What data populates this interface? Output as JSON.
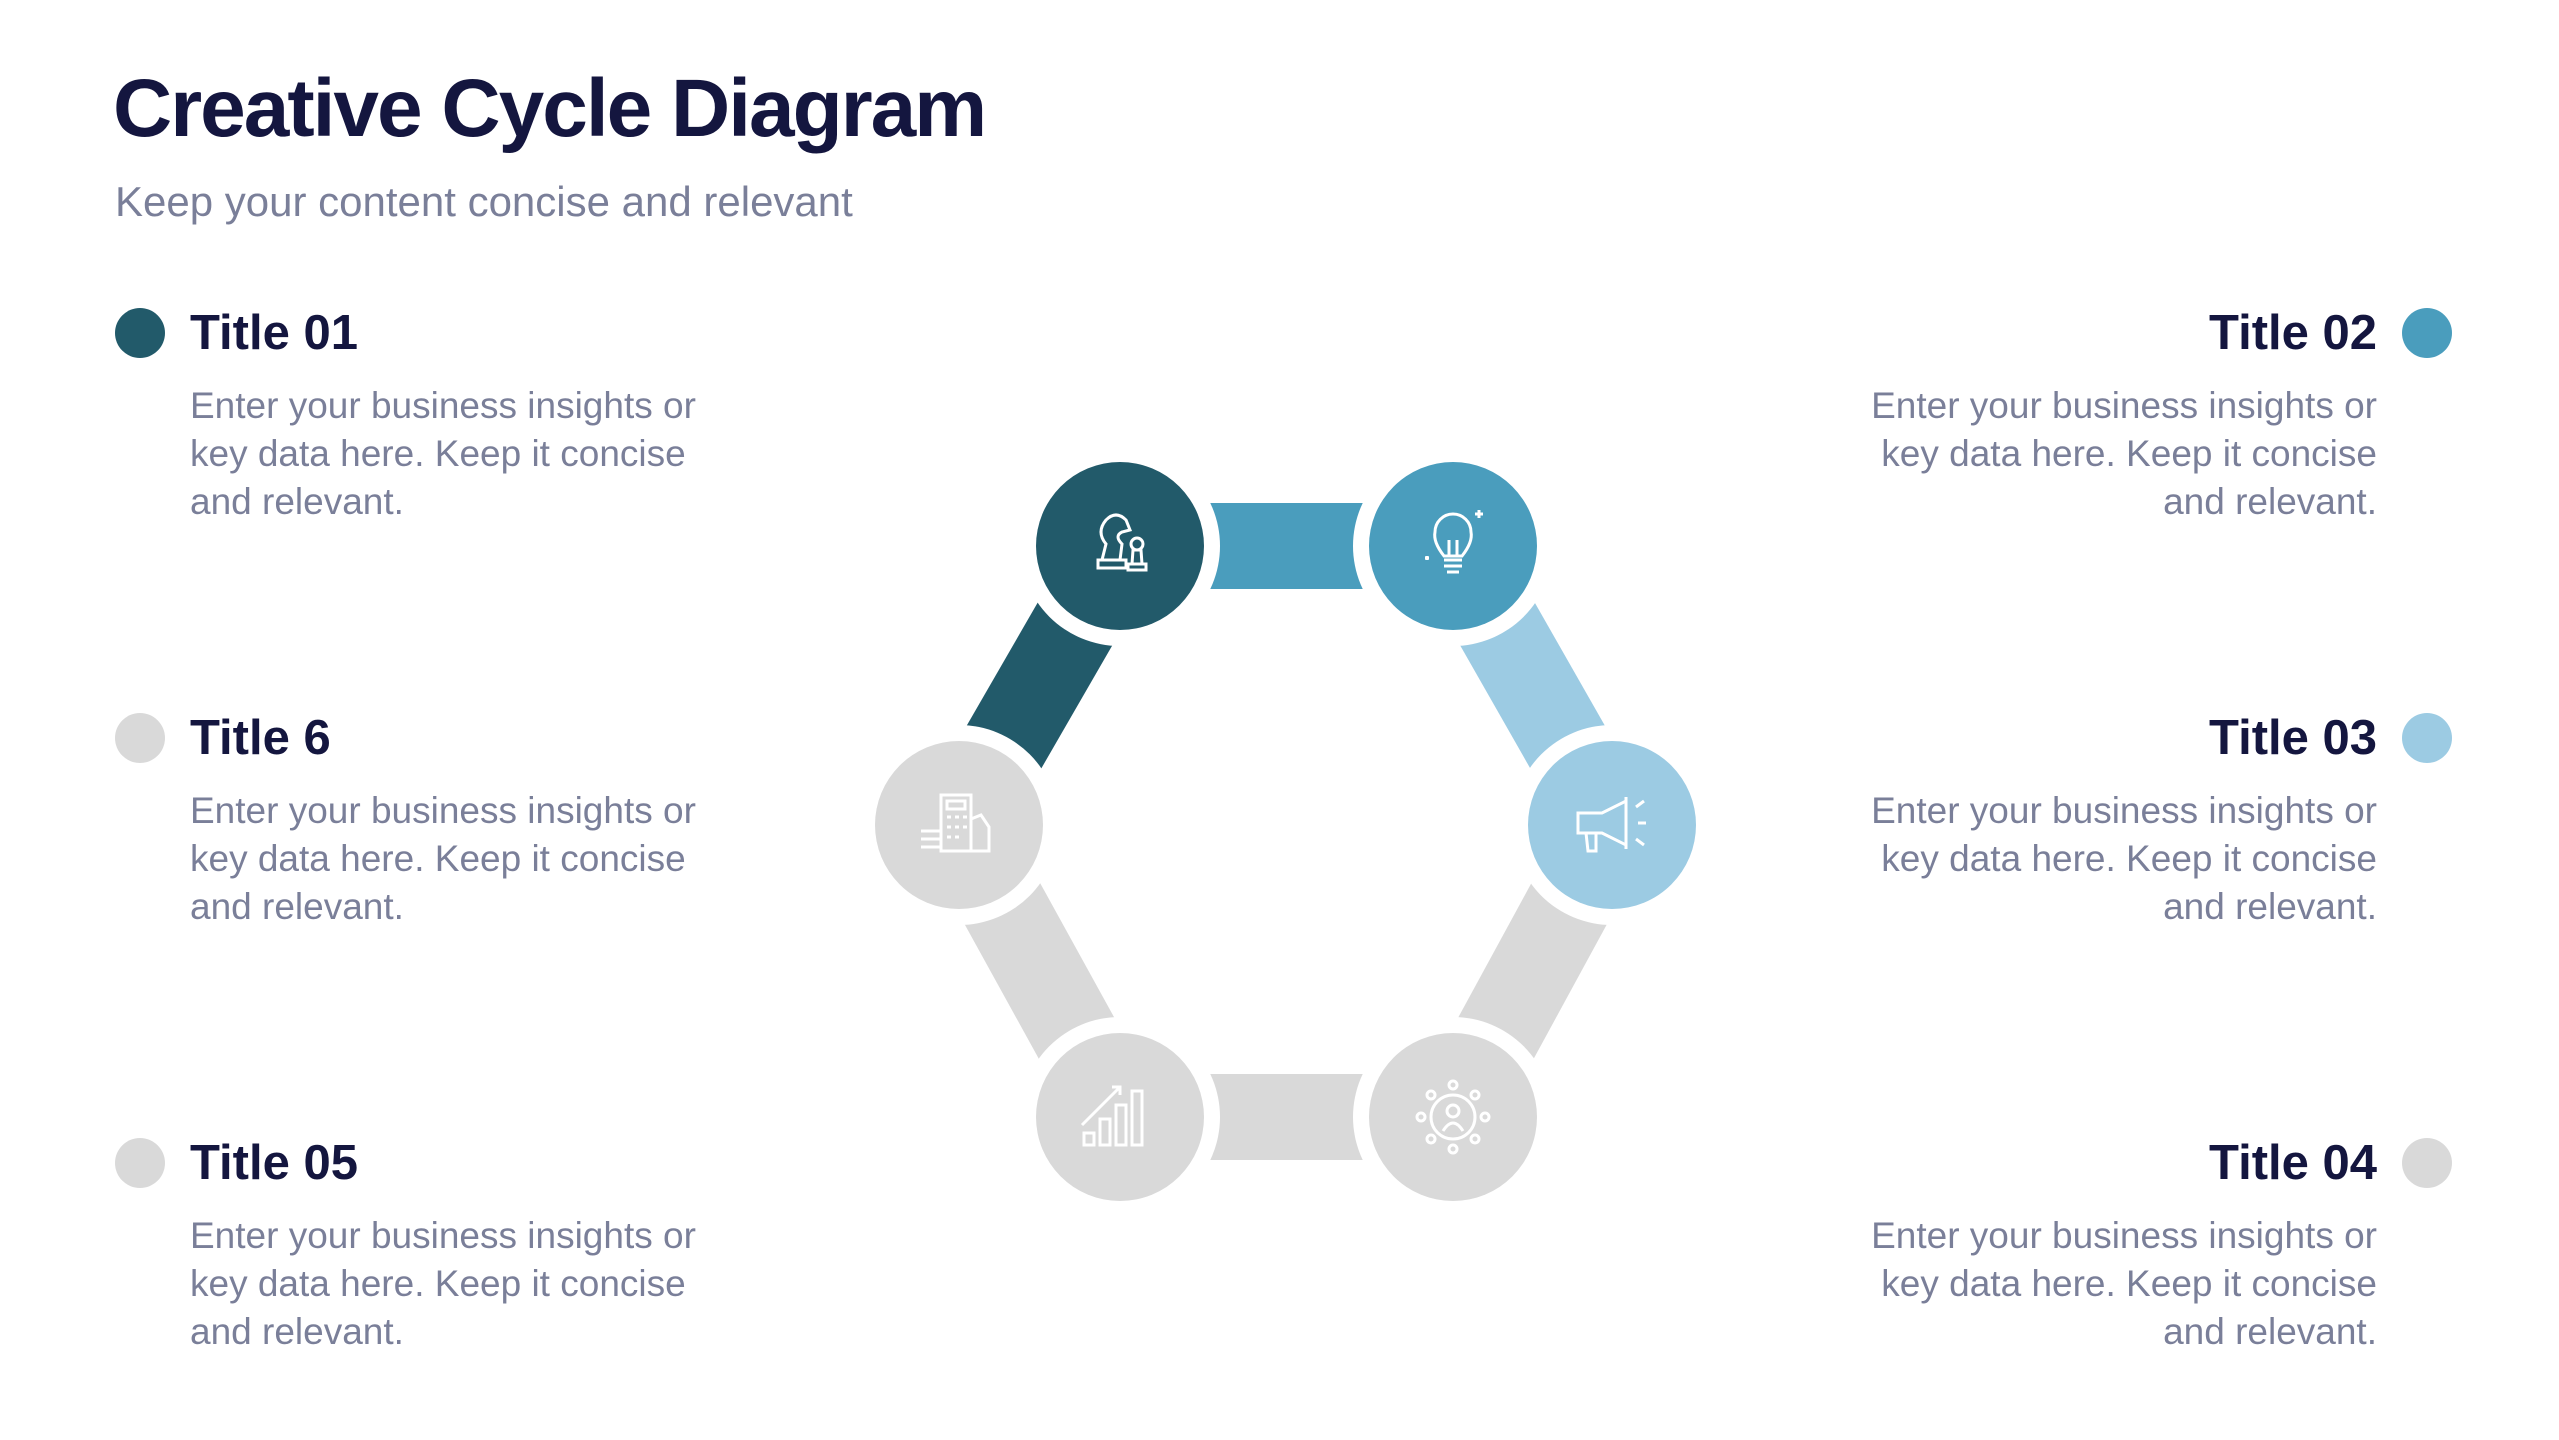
{
  "header": {
    "title": "Creative Cycle Diagram",
    "subtitle": "Keep your content concise and relevant"
  },
  "colors": {
    "dark_teal": "#225a6a",
    "mid_blue": "#4a9dbd",
    "light_blue": "#9ccbe3",
    "grey": "#d9d9d9",
    "title": "#14163f",
    "body": "#7a7f99"
  },
  "items": [
    {
      "title": "Title 01",
      "text": "Enter your business insights or key data here. Keep it concise and relevant.",
      "color": "#225a6a",
      "icon": "chess-knight-icon"
    },
    {
      "title": "Title 02",
      "text": "Enter your business insights or key data here. Keep it concise and relevant.",
      "color": "#4a9dbd",
      "icon": "lightbulb-icon"
    },
    {
      "title": "Title 03",
      "text": "Enter your business insights or key data here. Keep it concise and relevant.",
      "color": "#9ccbe3",
      "icon": "megaphone-icon"
    },
    {
      "title": "Title 04",
      "text": "Enter your business insights or key data here. Keep it concise and relevant.",
      "color": "#d9d9d9",
      "icon": "network-person-icon"
    },
    {
      "title": "Title 05",
      "text": "Enter your business insights or key data here. Keep it concise and relevant.",
      "color": "#d9d9d9",
      "icon": "bar-chart-growth-icon"
    },
    {
      "title": "Title 6",
      "text": "Enter your business insights or key data here. Keep it concise and relevant.",
      "color": "#d9d9d9",
      "icon": "calculator-money-icon"
    }
  ]
}
